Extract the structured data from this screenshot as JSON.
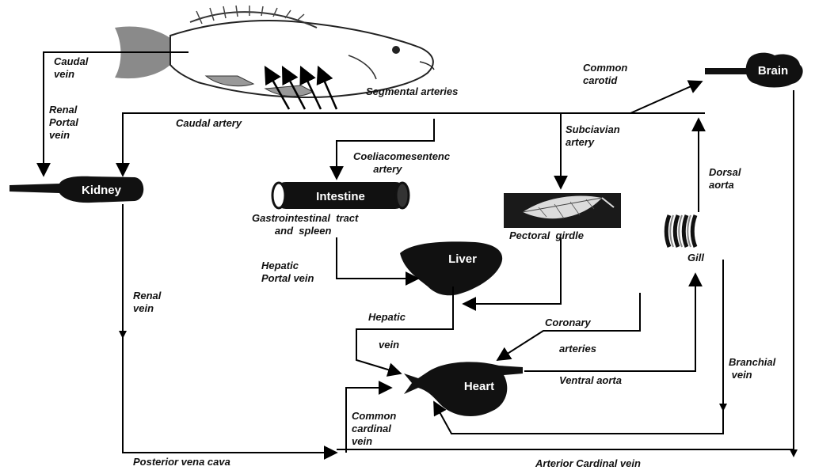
{
  "organs": {
    "brain": "Brain",
    "kidney": "Kidney",
    "intestine": "Intestine",
    "liver": "Liver",
    "heart": "Heart"
  },
  "labels": {
    "caudal_vein": "Caudal\nvein",
    "renal_portal_vein": "Renal\nPortal\nvein",
    "caudal_artery": "Caudal artery",
    "segmental_arteries": "Segmental arteries",
    "common_carotid": "Common\ncarotid",
    "subclavian_artery": "Subciavian\nartery",
    "coeliacomesentenc_artery": "Coeliacomesentenc\n       artery",
    "dorsal_aorta": "Dorsal\naorta",
    "gastrointestinal": "Gastrointestinal  tract\n        and  spleen",
    "pectoral_girdle": "Pectoral  girdle",
    "gill": "Gill",
    "hepatic_portal_vein": "Hepatic\nPortal vein",
    "renal_vein": "Renal\nvein",
    "hepatic": "Hepatic",
    "vein": "vein",
    "coronary": "Coronary",
    "arteries": "arteries",
    "ventral_aorta": "Ventral aorta",
    "branchial_vein": "Branchial\n vein",
    "common_cardinal_vein": "Common\ncardinal\nvein",
    "posterior_vena_cava": "Posterior vena cava",
    "arterior_cardinal_vein": "Arterior Cardinal vein"
  },
  "colors": {
    "line": "#000000",
    "organ_fill": "#111111",
    "organ_text": "#ffffff",
    "fish_gray": "#8a8a8a"
  }
}
